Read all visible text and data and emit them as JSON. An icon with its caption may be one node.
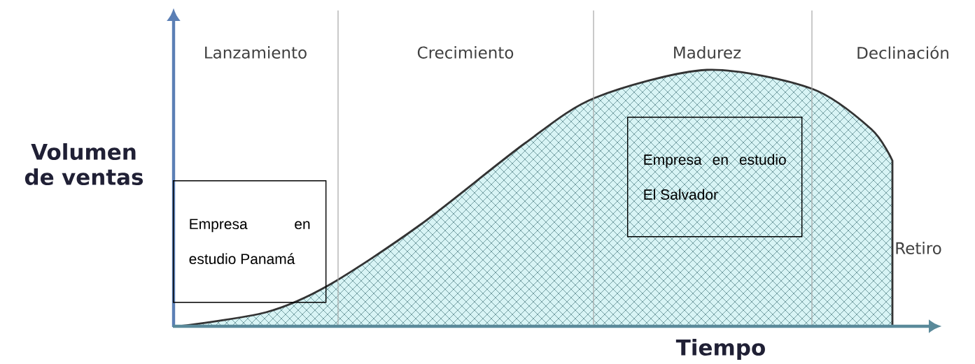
{
  "diagram": {
    "nodes": [
      {
        "text": [
          "Empresa en estudio Panamá"
        ]
      },
      {
        "text": [
          "Empresa en estudio El Salvador"
        ]
      }
    ],
    "labels": [
      "Lanzamiento",
      "Crecimiento",
      "Madurez",
      "Declinación",
      "Volumen de ventas",
      "Retiro",
      "Tiempo"
    ]
  }
}
